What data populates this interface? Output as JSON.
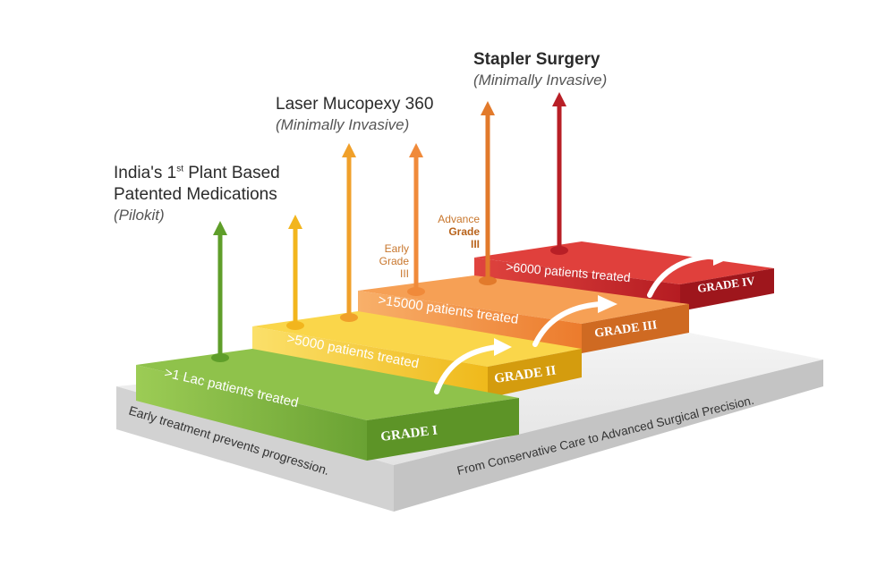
{
  "treatments": {
    "pilokit": {
      "line1_pre": "India's 1",
      "line1_sup": "st",
      "line1_post": " Plant Based",
      "line2": "Patented Medications",
      "sub": "(Pilokit)"
    },
    "laser": {
      "title": "Laser Mucopexy 360",
      "sub": "(Minimally Invasive)"
    },
    "stapler": {
      "title": "Stapler Surgery",
      "sub": "(Minimally Invasive)"
    }
  },
  "notes": {
    "early": [
      "Early",
      "Grade",
      "III"
    ],
    "advance": [
      "Advance",
      "Grade",
      "III"
    ]
  },
  "steps": [
    {
      "grade": "GRADE I",
      "patients": ">1 Lac patients treated",
      "color": "#7cb342"
    },
    {
      "grade": "GRADE II",
      "patients": ">5000 patients treated",
      "color": "#f2c11d"
    },
    {
      "grade": "GRADE III",
      "patients": ">15000 patients treated",
      "color": "#f08a3a"
    },
    {
      "grade": "GRADE IV",
      "patients": ">6000 patients treated",
      "color": "#c9262a"
    }
  ],
  "base": {
    "left_text": "Early treatment prevents progression.",
    "right_text": "From Conservative Care to Advanced Surgical Precision."
  },
  "arrow_colors": [
    "#5f9e2a",
    "#f2b51d",
    "#f0a02a",
    "#f08a3a",
    "#e27a2b",
    "#b81f26"
  ]
}
